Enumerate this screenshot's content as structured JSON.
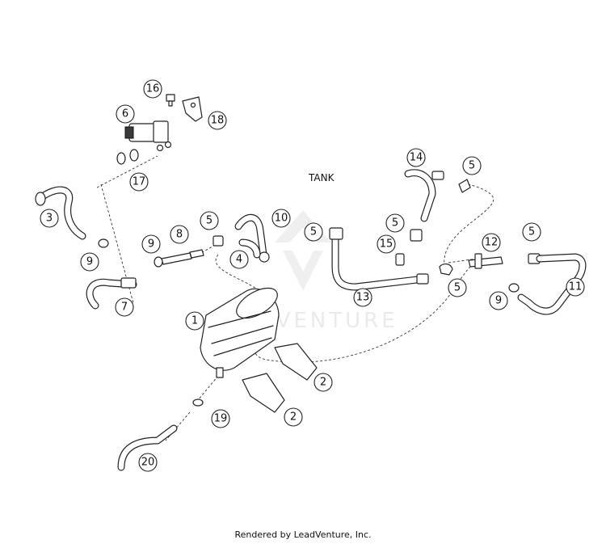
{
  "diagram": {
    "tank_label": "TANK",
    "footer": "Rendered by LeadVenture, Inc.",
    "watermark": "LEADVENTURE",
    "callouts": [
      "1",
      "2",
      "2",
      "3",
      "4",
      "5",
      "5",
      "5",
      "5",
      "5",
      "5",
      "6",
      "7",
      "8",
      "9",
      "9",
      "9",
      "10",
      "11",
      "12",
      "13",
      "14",
      "15",
      "16",
      "17",
      "18",
      "19",
      "20"
    ]
  }
}
